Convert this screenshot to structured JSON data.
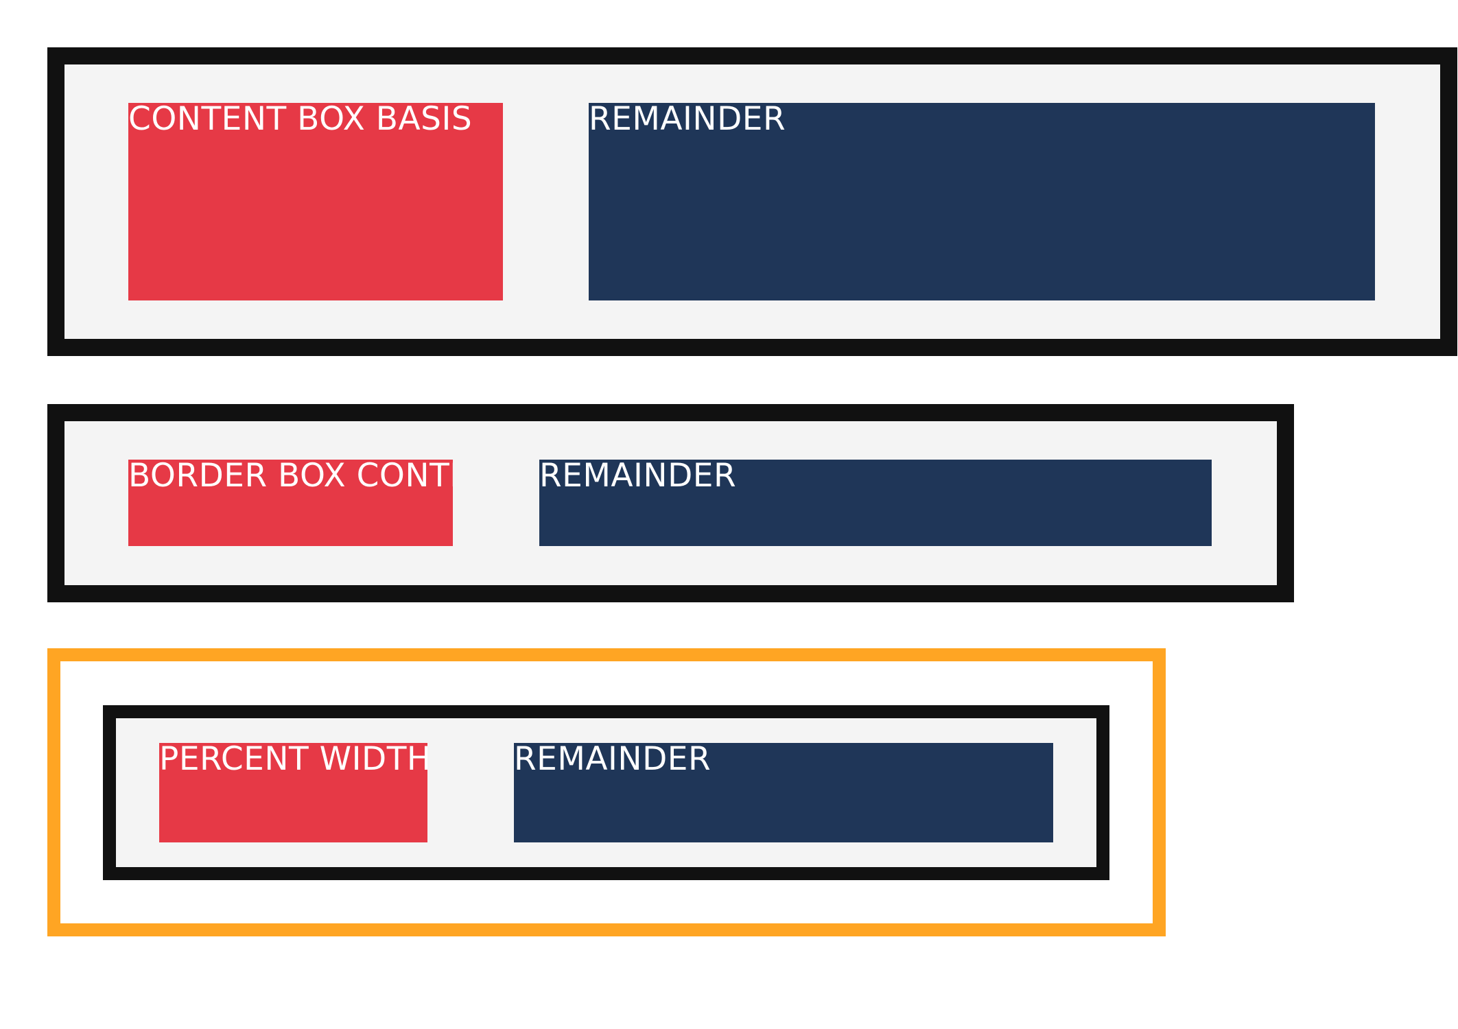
{
  "colors": {
    "frame_border": "#111111",
    "frame_fill": "#f4f4f4",
    "outer_border": "#ffa523",
    "basis_block": "#e63946",
    "remainder_block": "#1f3658",
    "label_text": "#ffffff"
  },
  "rows": [
    {
      "basis_label": "CONTENT BOX BASIS",
      "remainder_label": "REMAINDER"
    },
    {
      "basis_label": "BORDER BOX CONTENT",
      "remainder_label": "REMAINDER"
    },
    {
      "basis_label": "PERCENT WIDTH",
      "remainder_label": "REMAINDER"
    }
  ]
}
